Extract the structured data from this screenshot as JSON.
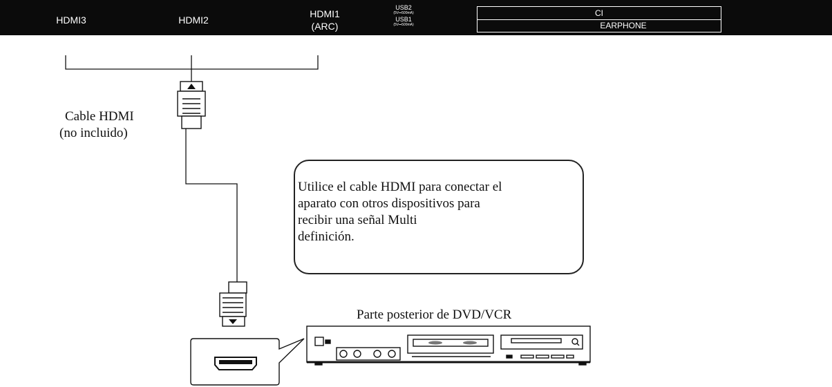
{
  "panel": {
    "hdmi3": "HDMI3",
    "hdmi2": "HDMI2",
    "hdmi1": "HDMI1",
    "arc": "(ARC)",
    "usb2": "USB2",
    "usb2_spec": "(5V⎓500mA)",
    "usb1": "USB1",
    "usb1_spec": "(5V⎓500mA)",
    "ci": "CI",
    "earphone": "EARPHONE"
  },
  "cable_label": {
    "line1": "Cable HDMI",
    "line2": "(no incluido)"
  },
  "note": "Utilice el cable HDMI para conectar el\naparato con otros dispositivos para\nrecibir una señal Multi\ndefinición.",
  "device_label": "Parte posterior de DVD/VCR",
  "icons": {
    "cable_connector": "hdmi-plug-icon",
    "port_zoom": "hdmi-port-icon",
    "device": "dvd-vcr-icon"
  }
}
